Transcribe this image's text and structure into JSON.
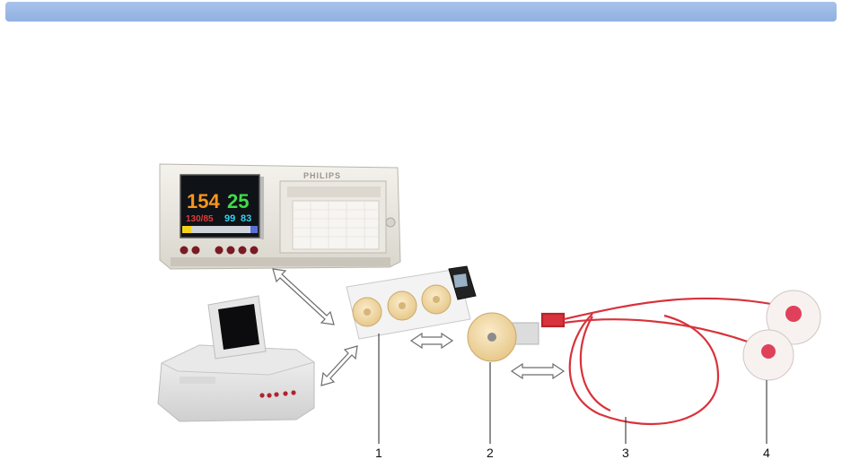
{
  "header": {
    "bar_color": "#98b6e4"
  },
  "monitor": {
    "brand": "PHILIPS",
    "screen": {
      "hr_main": "154",
      "hr_secondary": "25",
      "bp": "130/85",
      "spo2": "99",
      "pulse": "83"
    },
    "colors": {
      "hr_main": "#f7941d",
      "hr_secondary": "#3ddc4a",
      "bp": "#e23b3b",
      "spo2": "#35d0f0"
    }
  },
  "callouts": {
    "c1": "1",
    "c2": "2",
    "c3": "3",
    "c4": "4"
  },
  "colors": {
    "cable": "#d8323c",
    "electrode_center": "#e0405a",
    "transducer": "#f3e2b8"
  }
}
